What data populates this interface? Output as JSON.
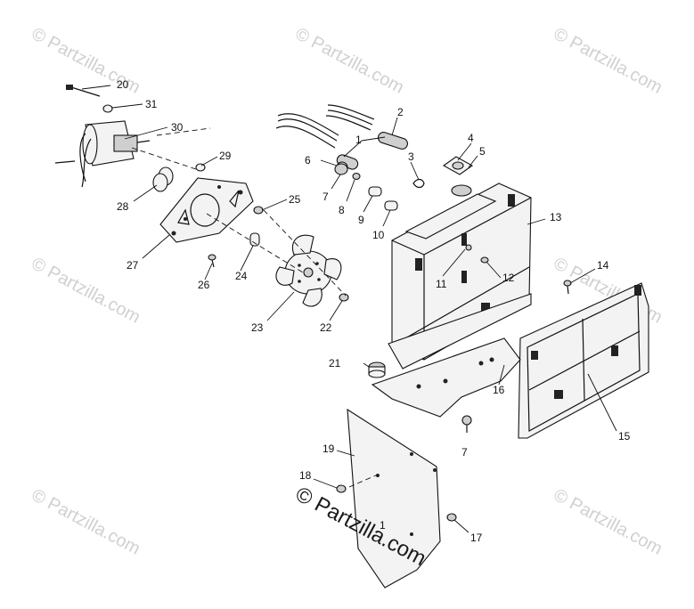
{
  "watermarks": {
    "brand": "© Partzilla.com",
    "main": "© Partzilla.com"
  },
  "callouts": [
    {
      "id": "label-1a",
      "text": "1"
    },
    {
      "id": "label-2",
      "text": "2"
    },
    {
      "id": "label-3",
      "text": "3"
    },
    {
      "id": "label-4",
      "text": "4"
    },
    {
      "id": "label-5",
      "text": "5"
    },
    {
      "id": "label-6",
      "text": "6"
    },
    {
      "id": "label-7a",
      "text": "7"
    },
    {
      "id": "label-7b",
      "text": "7"
    },
    {
      "id": "label-8",
      "text": "8"
    },
    {
      "id": "label-9",
      "text": "9"
    },
    {
      "id": "label-10",
      "text": "10"
    },
    {
      "id": "label-11",
      "text": "11"
    },
    {
      "id": "label-12",
      "text": "12"
    },
    {
      "id": "label-13",
      "text": "13"
    },
    {
      "id": "label-14",
      "text": "14"
    },
    {
      "id": "label-15",
      "text": "15"
    },
    {
      "id": "label-16",
      "text": "16"
    },
    {
      "id": "label-17",
      "text": "17"
    },
    {
      "id": "label-18",
      "text": "18"
    },
    {
      "id": "label-19",
      "text": "19"
    },
    {
      "id": "label-20",
      "text": "20"
    },
    {
      "id": "label-21",
      "text": "21"
    },
    {
      "id": "label-22",
      "text": "22"
    },
    {
      "id": "label-23",
      "text": "23"
    },
    {
      "id": "label-24",
      "text": "24"
    },
    {
      "id": "label-25",
      "text": "25"
    },
    {
      "id": "label-26",
      "text": "26"
    },
    {
      "id": "label-27",
      "text": "27"
    },
    {
      "id": "label-28",
      "text": "28"
    },
    {
      "id": "label-29",
      "text": "29"
    },
    {
      "id": "label-30",
      "text": "30"
    },
    {
      "id": "label-31",
      "text": "31"
    },
    {
      "id": "label-1b",
      "text": "1"
    }
  ]
}
